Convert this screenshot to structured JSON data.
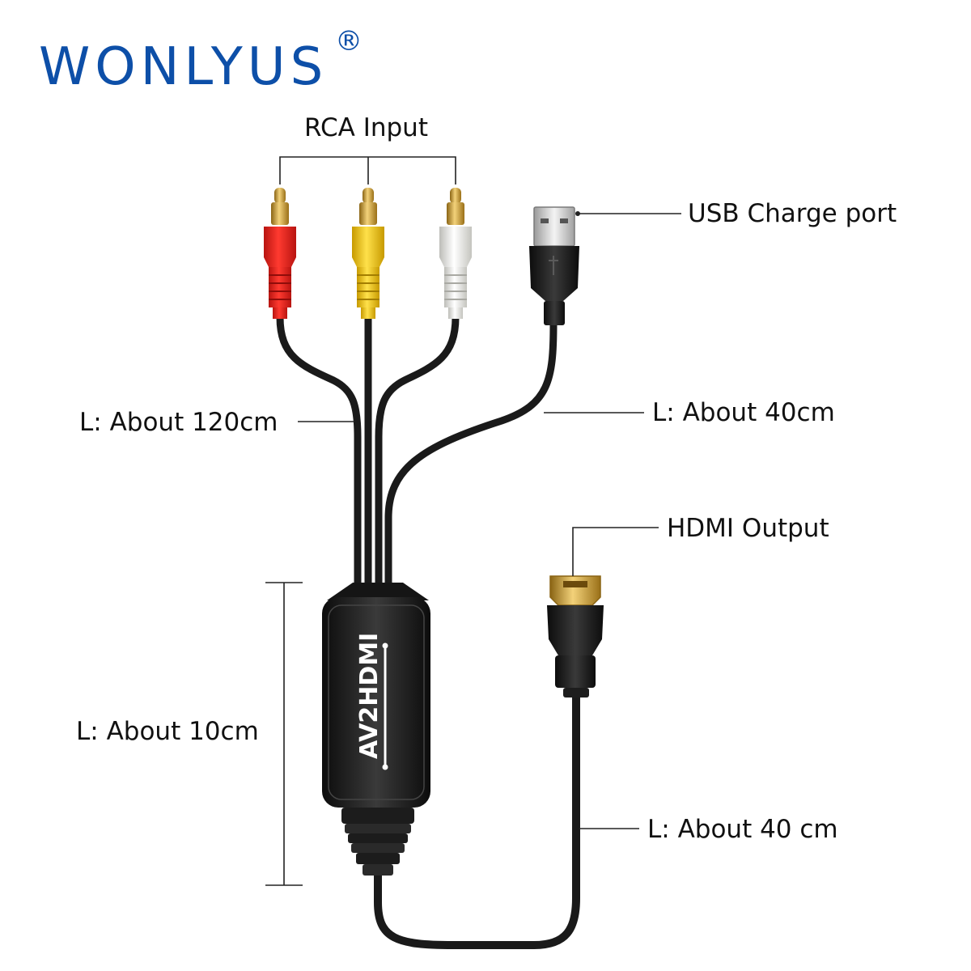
{
  "brand": {
    "name": "WONLYUS",
    "registered": "®",
    "color": "#0d4fa8"
  },
  "labels": {
    "rca_input": "RCA Input",
    "usb_port": "USB Charge port",
    "rca_length": "L: About 120cm",
    "usb_length": "L: About 40cm",
    "hdmi_output": "HDMI Output",
    "body_length": "L: About 10cm",
    "hdmi_length": "L: About 40 cm"
  },
  "device": {
    "body_text": "AV2HDMI"
  },
  "colors": {
    "rca_red": "#e8201c",
    "rca_yellow": "#f5c800",
    "rca_white": "#f2f2ee",
    "gold": "#c89a2a",
    "cable": "#1a1a1a"
  }
}
